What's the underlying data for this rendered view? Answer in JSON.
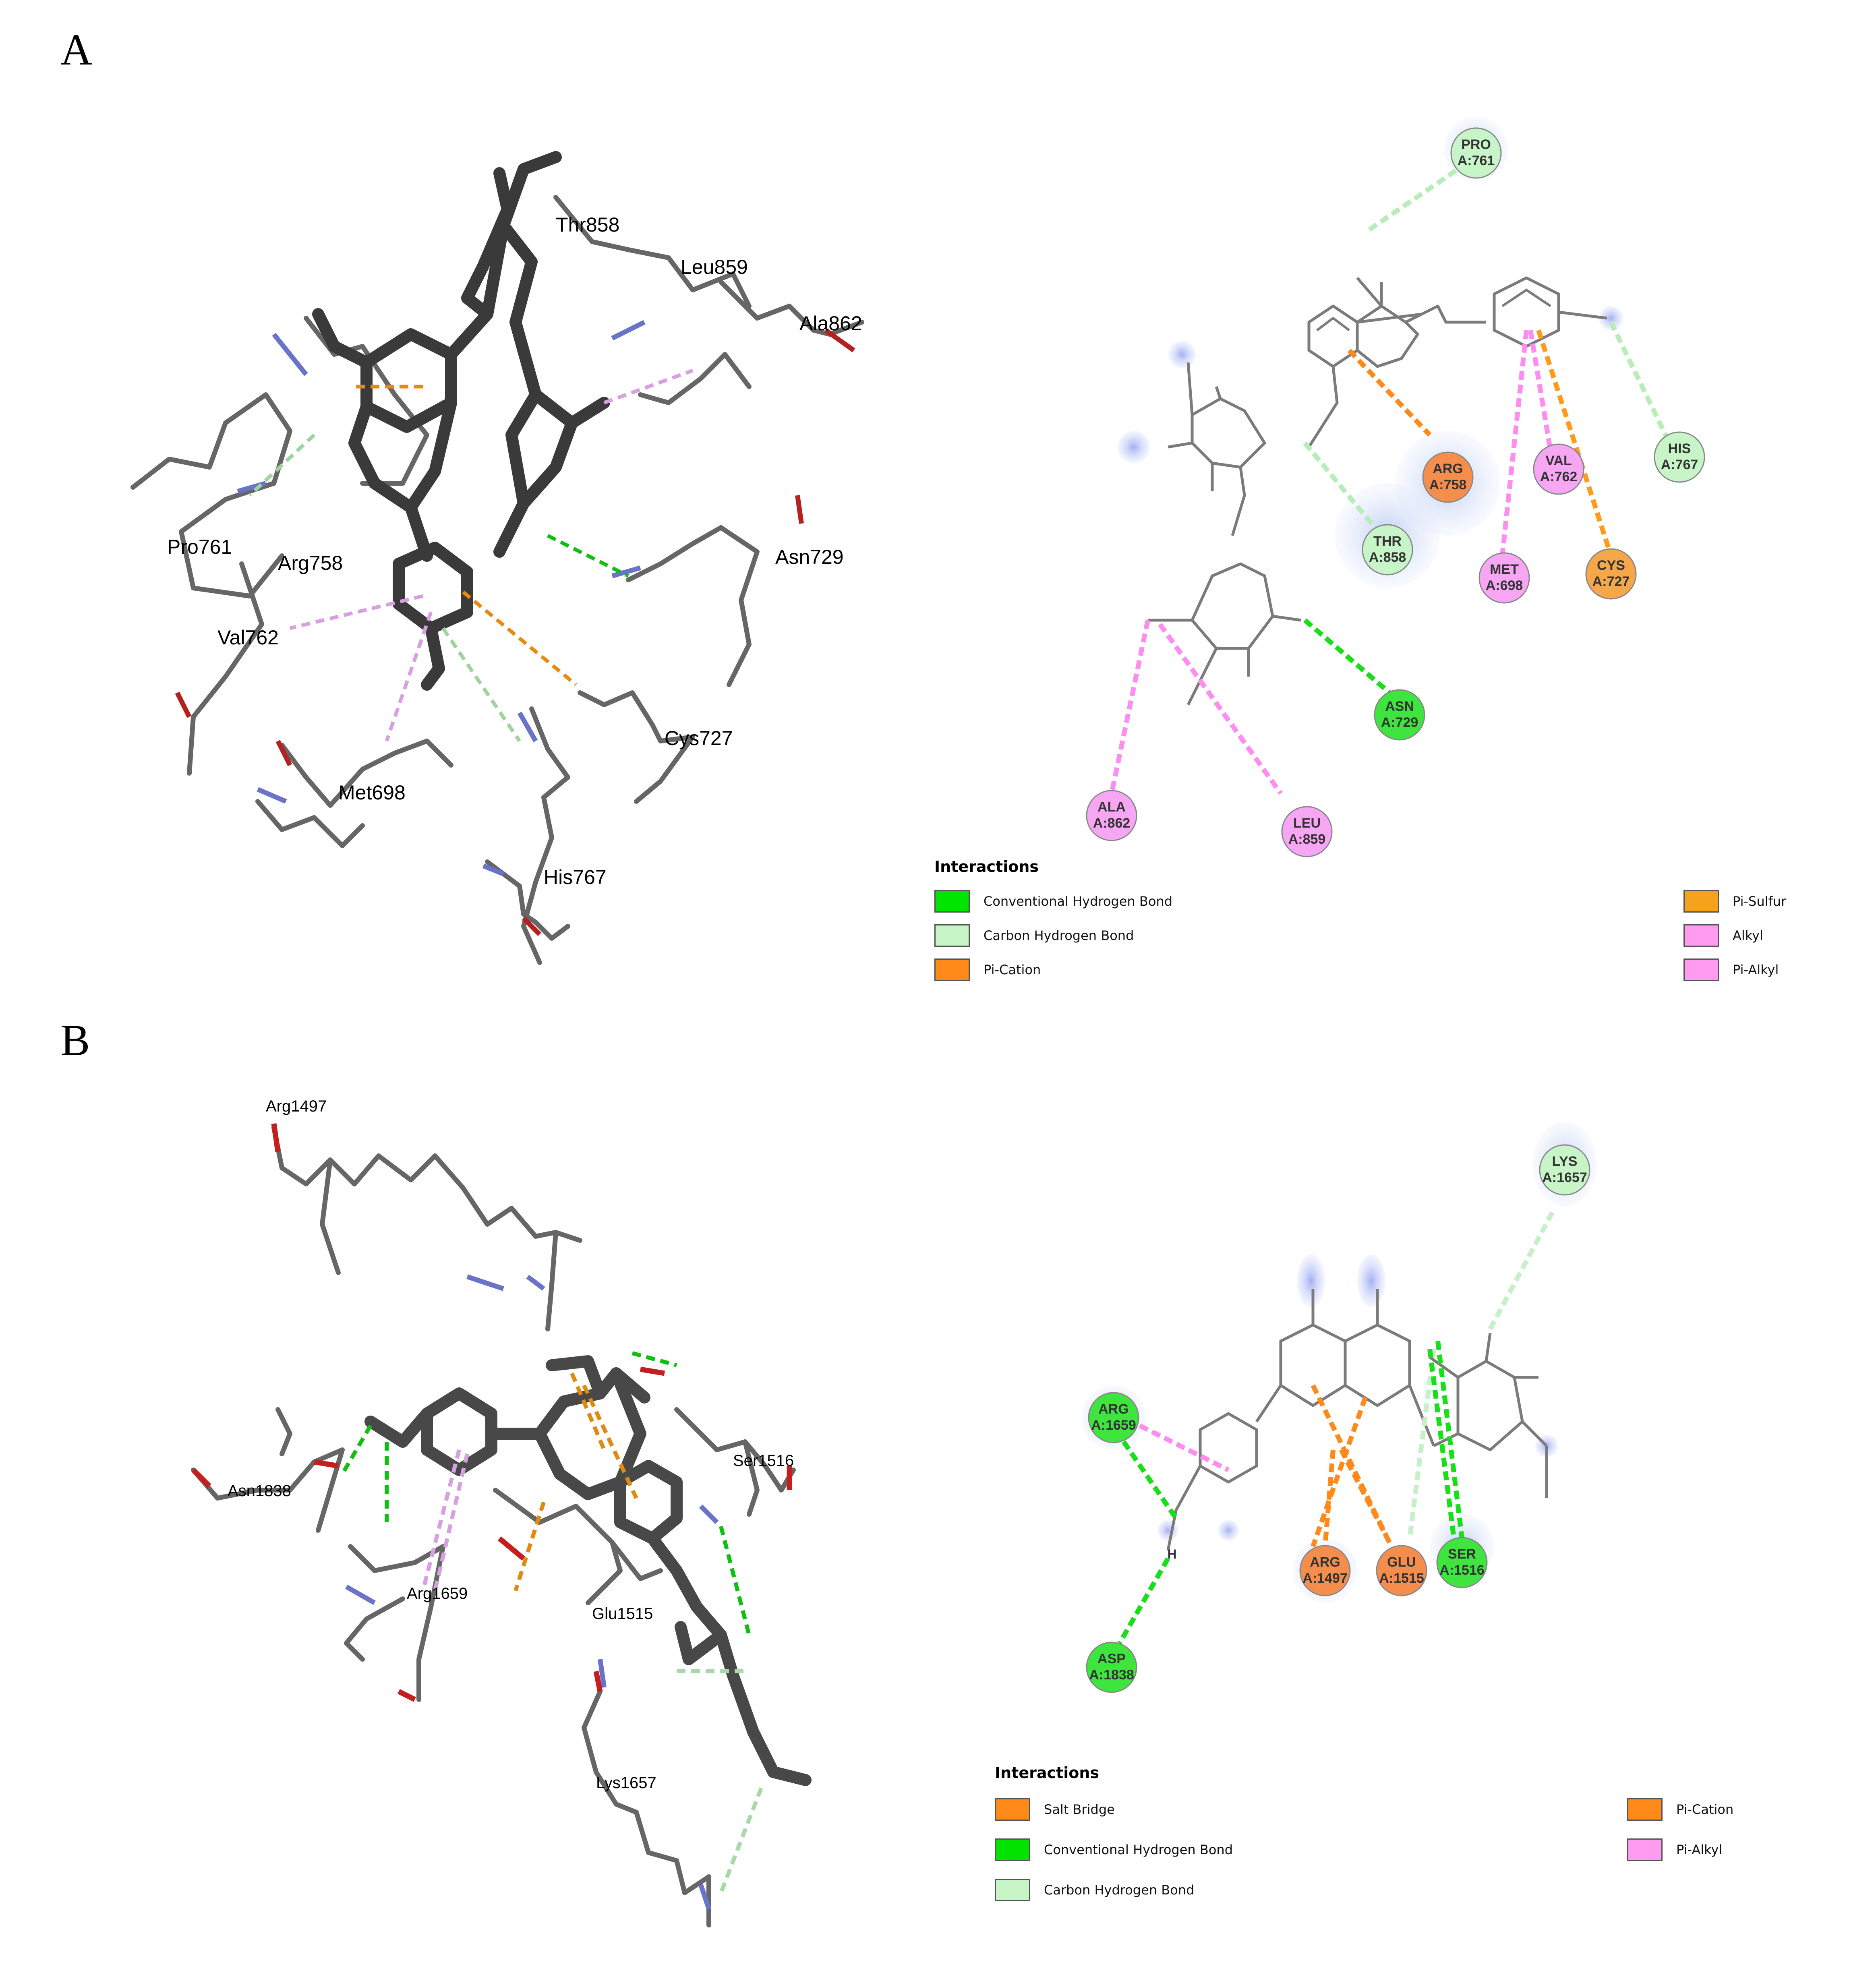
{
  "panels": [
    {
      "letter": "A",
      "residues_3d": [
        "Thr858",
        "Leu859",
        "Ala862",
        "Pro761",
        "Arg758",
        "Asn729",
        "Val762",
        "Cys727",
        "Met698",
        "His767"
      ],
      "residues_2d": [
        {
          "name": "PRO",
          "id": "A:761",
          "type": "Carbon Hydrogen Bond"
        },
        {
          "name": "ARG",
          "id": "A:758",
          "type": "Pi-Cation"
        },
        {
          "name": "VAL",
          "id": "A:762",
          "type": "Alkyl"
        },
        {
          "name": "HIS",
          "id": "A:767",
          "type": "Carbon Hydrogen Bond"
        },
        {
          "name": "THR",
          "id": "A:858",
          "type": "Carbon Hydrogen Bond"
        },
        {
          "name": "MET",
          "id": "A:698",
          "type": "Pi-Alkyl"
        },
        {
          "name": "CYS",
          "id": "A:727",
          "type": "Pi-Sulfur"
        },
        {
          "name": "ASN",
          "id": "A:729",
          "type": "Conventional Hydrogen Bond"
        },
        {
          "name": "ALA",
          "id": "A:862",
          "type": "Alkyl"
        },
        {
          "name": "LEU",
          "id": "A:859",
          "type": "Alkyl"
        }
      ],
      "legend": {
        "title": "Interactions",
        "items": [
          {
            "label": "Conventional Hydrogen Bond",
            "color": "#00e400"
          },
          {
            "label": "Carbon Hydrogen Bond",
            "color": "#c8f5c8"
          },
          {
            "label": "Pi-Cation",
            "color": "#ff8a1a"
          },
          {
            "label": "Pi-Sulfur",
            "color": "#f7a21b"
          },
          {
            "label": "Alkyl",
            "color": "#ff9bf0"
          },
          {
            "label": "Pi-Alkyl",
            "color": "#ff9bf0"
          }
        ]
      }
    },
    {
      "letter": "B",
      "residues_3d": [
        "Arg1497",
        "Asn1838",
        "Arg1659",
        "Ser1516",
        "Glu1515",
        "Lys1657"
      ],
      "residues_2d": [
        {
          "name": "LYS",
          "id": "A:1657",
          "type": "Carbon Hydrogen Bond"
        },
        {
          "name": "ARG",
          "id": "A:1659",
          "type": "Conventional Hydrogen Bond"
        },
        {
          "name": "ASP",
          "id": "A:1838",
          "type": "Conventional Hydrogen Bond"
        },
        {
          "name": "ARG",
          "id": "A:1497",
          "type": "Salt Bridge"
        },
        {
          "name": "GLU",
          "id": "A:1515",
          "type": "Salt Bridge"
        },
        {
          "name": "SER",
          "id": "A:1516",
          "type": "Conventional Hydrogen Bond"
        }
      ],
      "atom_label_h": "H",
      "legend": {
        "title": "Interactions",
        "items": [
          {
            "label": "Salt Bridge",
            "color": "#ff8a1a"
          },
          {
            "label": "Conventional Hydrogen Bond",
            "color": "#00e400"
          },
          {
            "label": "Carbon Hydrogen Bond",
            "color": "#c8f5c8"
          },
          {
            "label": "Pi-Cation",
            "color": "#ff8a1a"
          },
          {
            "label": "Pi-Alkyl",
            "color": "#ff9bf0"
          }
        ]
      }
    }
  ]
}
